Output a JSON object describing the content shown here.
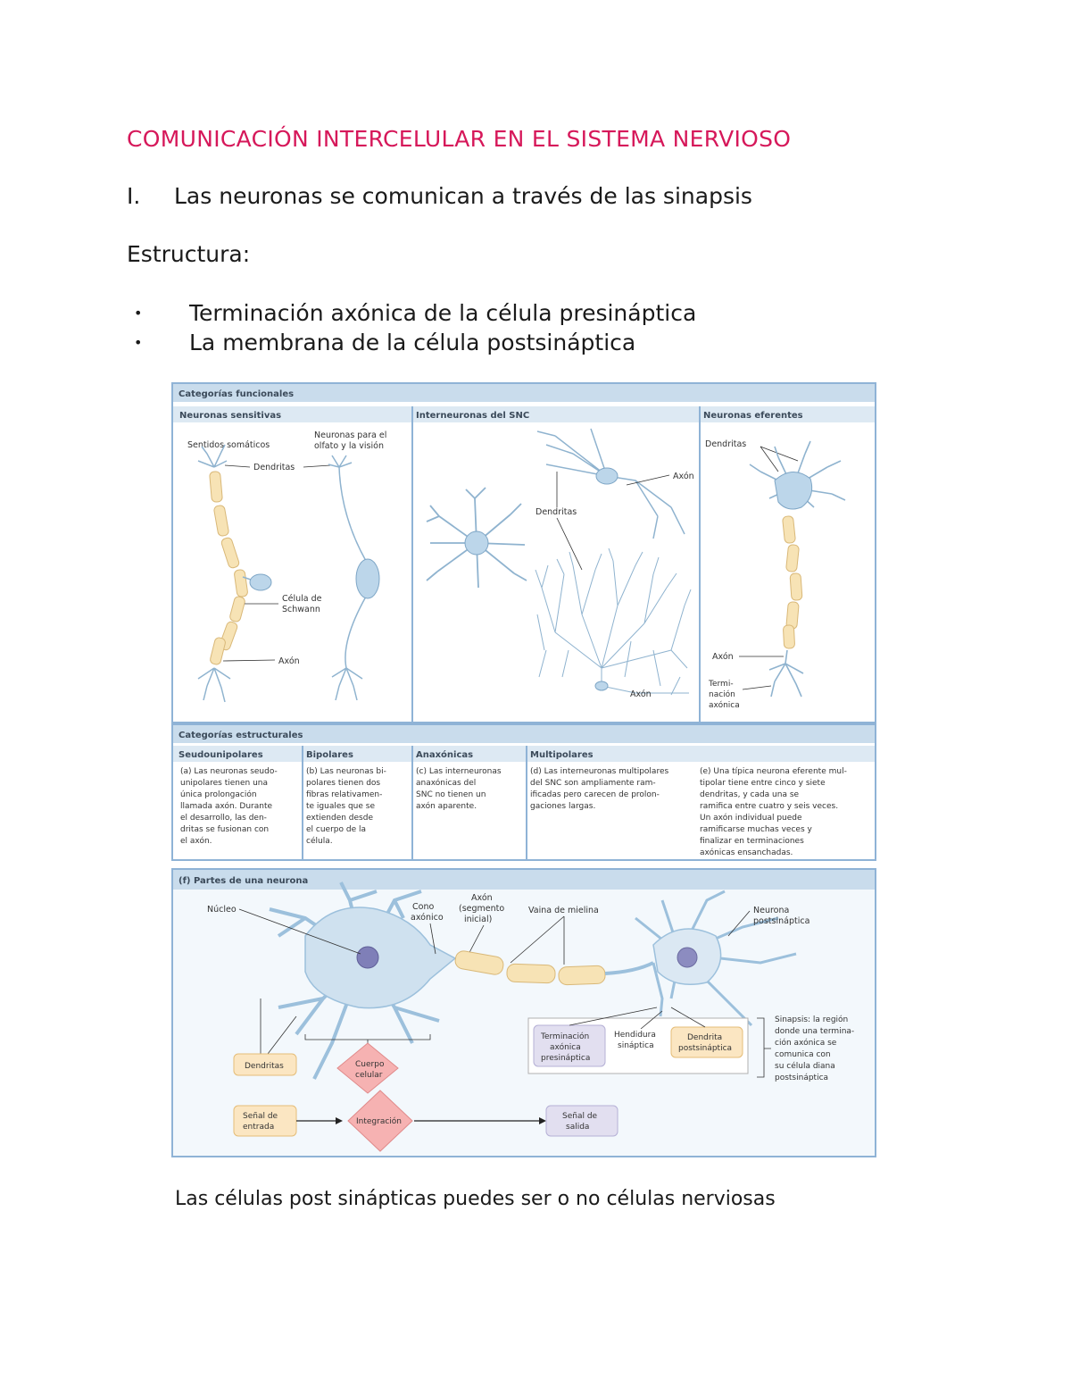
{
  "title": "COMUNICACIÓN INTERCELULAR EN EL SISTEMA NERVIOSO",
  "heading": {
    "number": "I.",
    "text": "Las neuronas se comunican a través de las sinapsis"
  },
  "structure_label": "Estructura:",
  "bullets": [
    {
      "marker": "•",
      "text": "Terminación axónica de la célula presináptica"
    },
    {
      "marker": "•",
      "text": "La membrana de la célula postsináptica"
    }
  ],
  "figure": {
    "functional_header": "Categorías funcionales",
    "col1_header": "Neuronas sensitivas",
    "col2_header": "Interneuronas del SNC",
    "col3_header": "Neuronas eferentes",
    "somatic_senses": "Sentidos somáticos",
    "smell_vision": [
      "Neuronas para el",
      "olfato y la visión"
    ],
    "dendrites_label": "Dendritas",
    "schwann": [
      "Célula de",
      "Schwann"
    ],
    "axon_label": "Axón",
    "axon_terminal": [
      "Termi-",
      "nación",
      "axónica"
    ],
    "structural_header": "Categorías estructurales",
    "struct_cols": [
      "Seudounipolares",
      "Bipolares",
      "Anaxónicas",
      "Multipolares"
    ],
    "desc_a": [
      "(a) Las neuronas seudo-",
      "unipolares tienen una",
      "única prolongación",
      "llamada axón. Durante",
      "el desarrollo, las den-",
      "dritas se fusionan con",
      "el axón."
    ],
    "desc_b": [
      "(b) Las neuronas bi-",
      "polares tienen dos",
      "fibras relativamen-",
      "te iguales que se",
      "extienden desde",
      "el cuerpo de la",
      "célula."
    ],
    "desc_c": [
      "(c) Las interneuronas",
      "anaxónicas del",
      "SNC no tienen un",
      "axón aparente."
    ],
    "desc_d": [
      "(d) Las interneuronas multipolares",
      "del SNC son ampliamente ram-",
      "ificadas pero carecen de prolon-",
      "gaciones largas."
    ],
    "desc_e": [
      "(e) Una típica neurona eferente mul-",
      "tipolar tiene entre cinco y siete",
      "dendritas, y cada una se",
      "ramifica entre cuatro y seis veces.",
      "Un axón individual puede",
      "ramificarse muchas veces y",
      "finalizar en terminaciones",
      "axónicas ensanchadas."
    ],
    "parts_header": "(f) Partes de una neurona",
    "nucleus": "Núcleo",
    "axon_hillock": [
      "Cono",
      "axónico"
    ],
    "initial_segment": [
      "Axón",
      "(segmento",
      "inicial)"
    ],
    "myelin": "Vaina de mielina",
    "postsyn_neuron": [
      "Neurona",
      "postsináptica"
    ],
    "presyn_terminal": [
      "Terminación",
      "axónica",
      "presináptica"
    ],
    "cleft": [
      "Hendidura",
      "sináptica"
    ],
    "postsyn_dendrite": [
      "Dendrita",
      "postsináptica"
    ],
    "synapse_def": [
      "Sinapsis: la región",
      "donde una termina-",
      "ción axónica se",
      "comunica con",
      "su célula diana",
      "postsináptica"
    ],
    "dendrites_box": "Dendritas",
    "cell_body": [
      "Cuerpo",
      "celular"
    ],
    "input_signal": [
      "Señal de",
      "entrada"
    ],
    "integration": "Integración",
    "output_signal": [
      "Señal de",
      "salida"
    ]
  },
  "footer": "Las células post sinápticas puedes ser o no células nerviosas"
}
